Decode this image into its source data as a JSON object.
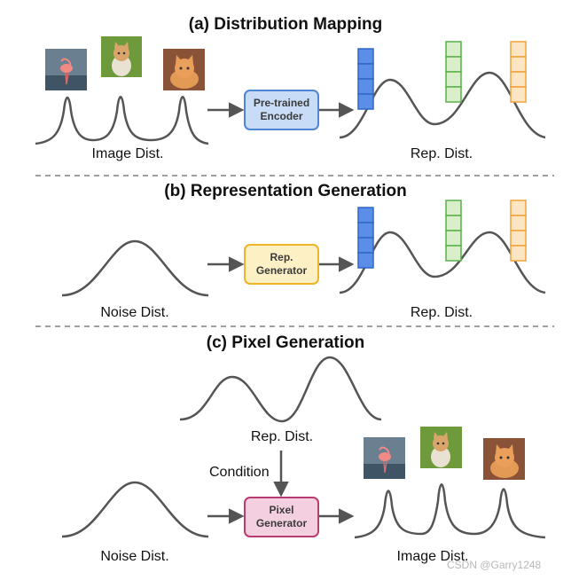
{
  "sections": {
    "a": {
      "title": "(a) Distribution Mapping",
      "left_label": "Image Dist.",
      "box_label": "Pre-trained\nEncoder",
      "right_label": "Rep. Dist."
    },
    "b": {
      "title": "(b) Representation Generation",
      "left_label": "Noise Dist.",
      "box_label": "Rep.\nGenerator",
      "right_label": "Rep. Dist."
    },
    "c": {
      "title": "(c) Pixel Generation",
      "top_label": "Rep. Dist.",
      "condition_label": "Condition",
      "left_label": "Noise Dist.",
      "box_label": "Pixel\nGenerator",
      "right_label": "Image Dist."
    }
  },
  "watermark": "CSDN @Garry1248",
  "colors": {
    "curve": "#555555",
    "encoder_fill": "#c9dcf7",
    "encoder_border": "#4f86d9",
    "generator_fill": "#fdf0c4",
    "generator_border": "#f0b429",
    "pixel_fill": "#f3cfe0",
    "pixel_border": "#b83b72",
    "blue_vec_fill": "#5b8ee6",
    "blue_vec_border": "#2f66c8",
    "green_vec_fill": "#d9efc9",
    "green_vec_border": "#58b14a",
    "orange_vec_fill": "#fde6c4",
    "orange_vec_border": "#f0a23a"
  },
  "images": [
    "flamingo",
    "kitten-in-grass",
    "orange-kitten"
  ]
}
